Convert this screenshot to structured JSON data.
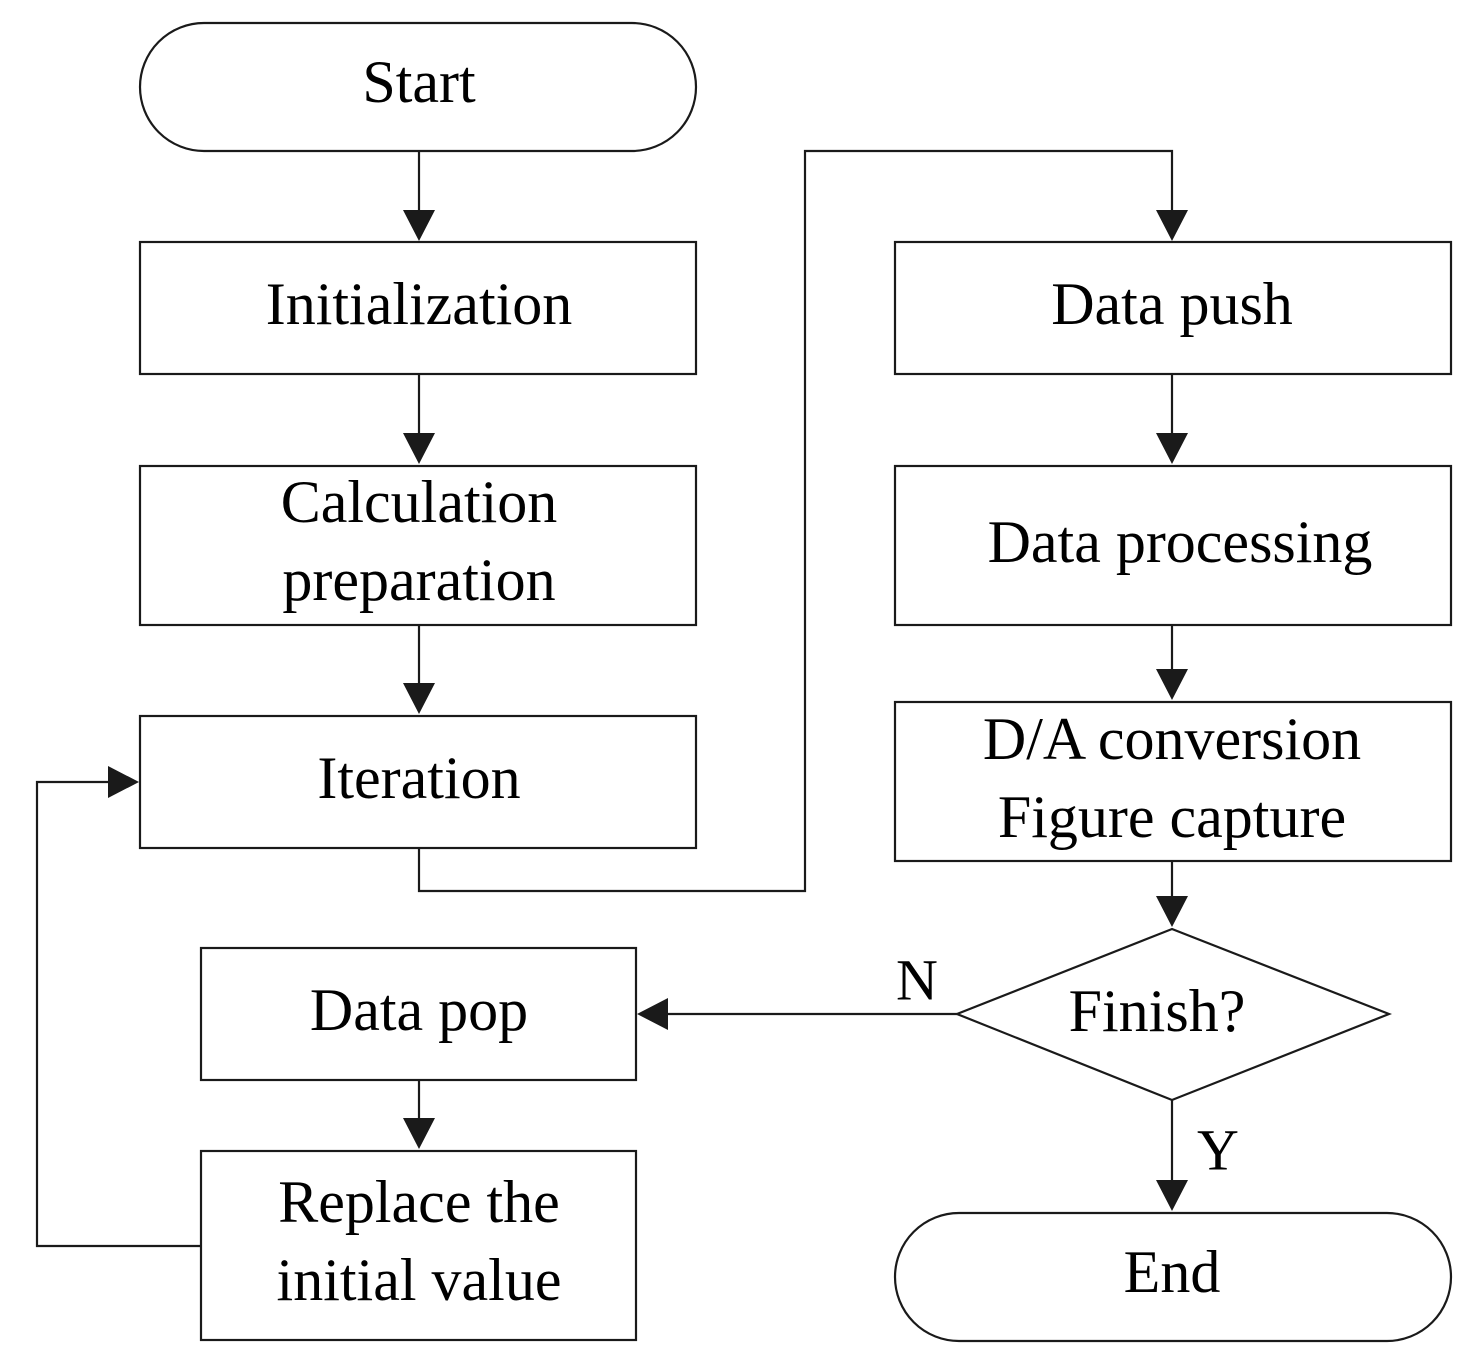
{
  "nodes": {
    "start": "Start",
    "initialization": "Initialization",
    "calc_prep_line1": "Calculation",
    "calc_prep_line2": "preparation",
    "iteration": "Iteration",
    "data_push": "Data push",
    "data_processing": "Data processing",
    "da_line1": "D/A conversion",
    "da_line2": "Figure capture",
    "finish": "Finish?",
    "data_pop": "Data pop",
    "replace_line1": "Replace the",
    "replace_line2": "initial value",
    "end": "End"
  },
  "edge_labels": {
    "no": "N",
    "yes": "Y"
  }
}
